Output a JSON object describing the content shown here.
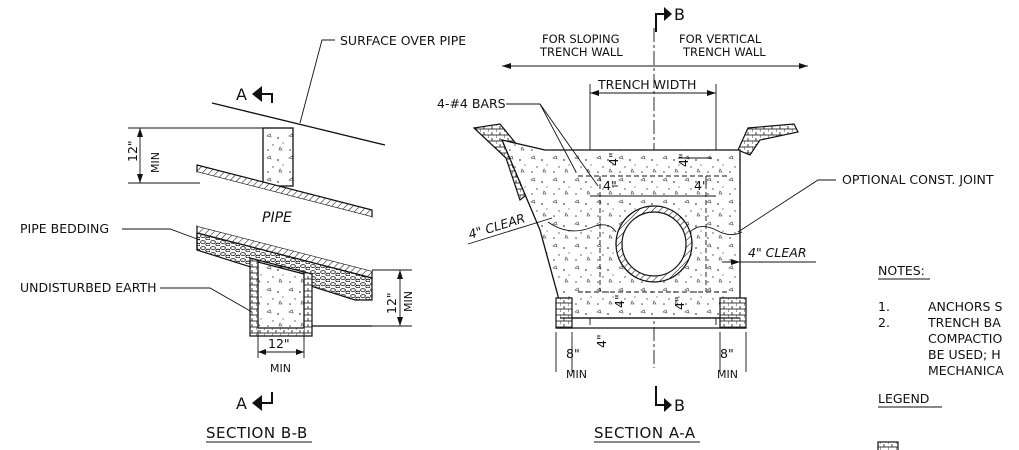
{
  "section_b": {
    "label_surface": "SURFACE OVER PIPE",
    "cut_marker": "A",
    "label_pipe": "PIPE",
    "label_bedding": "PIPE BEDDING",
    "label_earth": "UNDISTURBED EARTH",
    "dim_top_value": "12\"",
    "dim_top_min": "MIN",
    "dim_right_value": "12\"",
    "dim_right_min": "MIN",
    "dim_bottom_value": "12\"",
    "dim_bottom_min": "MIN",
    "title": "SECTION B-B"
  },
  "section_a": {
    "label_sloping_1": "FOR SLOPING",
    "label_sloping_2": "TRENCH WALL",
    "label_vertical_1": "FOR VERTICAL",
    "label_vertical_2": "TRENCH WALL",
    "cut_marker": "B",
    "label_trench_width": "TRENCH WIDTH",
    "label_bars": "4-#4 BARS",
    "label_joint": "OPTIONAL CONST. JOINT",
    "label_clear_left": "4\" CLEAR",
    "label_clear_right": "4\" CLEAR",
    "dim_4": "4\"",
    "dim_8": "8\"",
    "dim_min": "MIN",
    "title": "SECTION A-A"
  },
  "notes": {
    "heading": "NOTES:",
    "items": [
      {
        "num": "1.",
        "lines": [
          "ANCHORS S"
        ]
      },
      {
        "num": "2.",
        "lines": [
          "TRENCH BA",
          "COMPACTIO",
          "BE USED; H",
          "MECHANICA"
        ]
      }
    ],
    "legend_heading": "LEGEND"
  }
}
